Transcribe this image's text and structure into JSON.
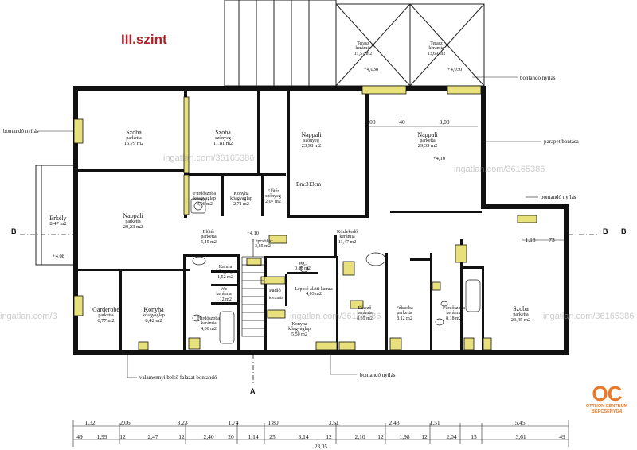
{
  "title": "III.szint",
  "colors": {
    "wall": "#111111",
    "demolish": "#e8e07a",
    "title": "#b0202a",
    "logo": "#e8792a",
    "watermark": "#a0a0a0"
  },
  "rooms": [
    {
      "id": "szoba1",
      "name": "Szoba",
      "type": "parketta",
      "area": "15,79 m2"
    },
    {
      "id": "szoba2",
      "name": "Szoba",
      "type": "szőnyeg",
      "area": "11,81 m2"
    },
    {
      "id": "nappali1",
      "name": "Nappali",
      "type": "szőnyeg",
      "area": "23,98 m2"
    },
    {
      "id": "nappali2",
      "name": "Nappali",
      "type": "parketta",
      "area": "29,33 m2"
    },
    {
      "id": "terasz1",
      "name": "Terasz",
      "type": "kerámia",
      "area": "11,57 m2"
    },
    {
      "id": "terasz2",
      "name": "Terasz",
      "type": "kerámia",
      "area": "13,69 m2"
    },
    {
      "id": "furdo1",
      "name": "Fürdőszoba",
      "type": "kőagyaglap",
      "area": "3,06 m2"
    },
    {
      "id": "konyha1",
      "name": "Konyha",
      "type": "kőagyaglap",
      "area": "2,71 m2"
    },
    {
      "id": "eloter1",
      "name": "Előtér",
      "type": "szőnyeg",
      "area": "2,07 m2"
    },
    {
      "id": "erkely",
      "name": "Erkély",
      "type": "",
      "area": "8,47 m2"
    },
    {
      "id": "nappali3",
      "name": "Nappali",
      "type": "parketta",
      "area": "20,23 m2"
    },
    {
      "id": "eloter2",
      "name": "Előtér",
      "type": "parketta",
      "area": "5,45 m2"
    },
    {
      "id": "lepcsohaz",
      "name": "Lépcsőház",
      "type": "",
      "area": "3,85 m2"
    },
    {
      "id": "kozlekedo",
      "name": "Közlekedő",
      "type": "kerámia",
      "area": "11,47 m2"
    },
    {
      "id": "kamra1",
      "name": "Kamra",
      "type": "kőagyagl.",
      "area": "1,52 m2"
    },
    {
      "id": "wc1",
      "name": "Wc",
      "type": "kerámia",
      "area": "1,12 m2"
    },
    {
      "id": "wc2",
      "name": "WC",
      "type": "",
      "area": "0,88 m2"
    },
    {
      "id": "furdo2",
      "name": "Fürdőszoba",
      "type": "kerámia",
      "area": "4,00 m2"
    },
    {
      "id": "garderobe",
      "name": "Garderobe",
      "type": "parketta",
      "area": "6,77 m2"
    },
    {
      "id": "konyha2",
      "name": "Konyha",
      "type": "kőagyaglap",
      "area": "8,42 m2"
    },
    {
      "id": "lepcso_kamra",
      "name": "Lépcső alatti kamra",
      "type": "",
      "area": "4,03 m2"
    },
    {
      "id": "konyha3",
      "name": "Konyha",
      "type": "kőagyaglap",
      "area": "5,50 m2"
    },
    {
      "id": "etkezo",
      "name": "Étkező",
      "type": "kerámia",
      "area": "8,35 m2"
    },
    {
      "id": "felszoba",
      "name": "Félszoba",
      "type": "parketta",
      "area": "8,12 m2"
    },
    {
      "id": "furdo3",
      "name": "Fürdőszoba",
      "type": "kerámia",
      "area": "8,18 m2"
    },
    {
      "id": "szoba3",
      "name": "Szoba",
      "type": "parketta",
      "area": "23,45 m2"
    }
  ],
  "small_labels": {
    "padlo": "Padló",
    "padlo_type": "kerámia",
    "bm": "Bm:313cm"
  },
  "levels": {
    "l1": "+4,030",
    "l2": "+4,030",
    "l3": "+4,10",
    "l4": "+4,08",
    "l5": "+4,10"
  },
  "notes": {
    "bontando_top": "bontandó nyílás",
    "bontando_left": "bontandó nyílás",
    "parapet": "parapet bontása",
    "bontando_right": "bontandó nyílás",
    "bontando_bottom": "bontandó nyílás",
    "valamennyi": "valamennyi belső falazat bontandó"
  },
  "section": {
    "b": "B",
    "a": "A"
  },
  "inner_dims": {
    "d300a": "3,00",
    "d40": "40",
    "d300b": "3,00",
    "d113": "1,13",
    "d73": "73"
  },
  "dims_row1": [
    "1,32",
    "2,06",
    "3,23",
    "1,74",
    "1,80",
    "3,51",
    "2,43",
    "1,51",
    "5,45"
  ],
  "dims_row2": [
    "49",
    "1,99",
    "12",
    "2,47",
    "12",
    "2,40",
    "20",
    "1,14",
    "25",
    "3,14",
    "12",
    "2,10",
    "12",
    "1,98",
    "12",
    "2,04",
    "15",
    "3,61",
    "49"
  ],
  "dims_total": "23,05",
  "watermark": "ingatlan.com/36165386",
  "watermark_partial": "ingatlan.com/3",
  "logo": {
    "mark": "OC",
    "line1": "OTTHON CENTRUM",
    "line2": "BERCSÉNYI24"
  }
}
